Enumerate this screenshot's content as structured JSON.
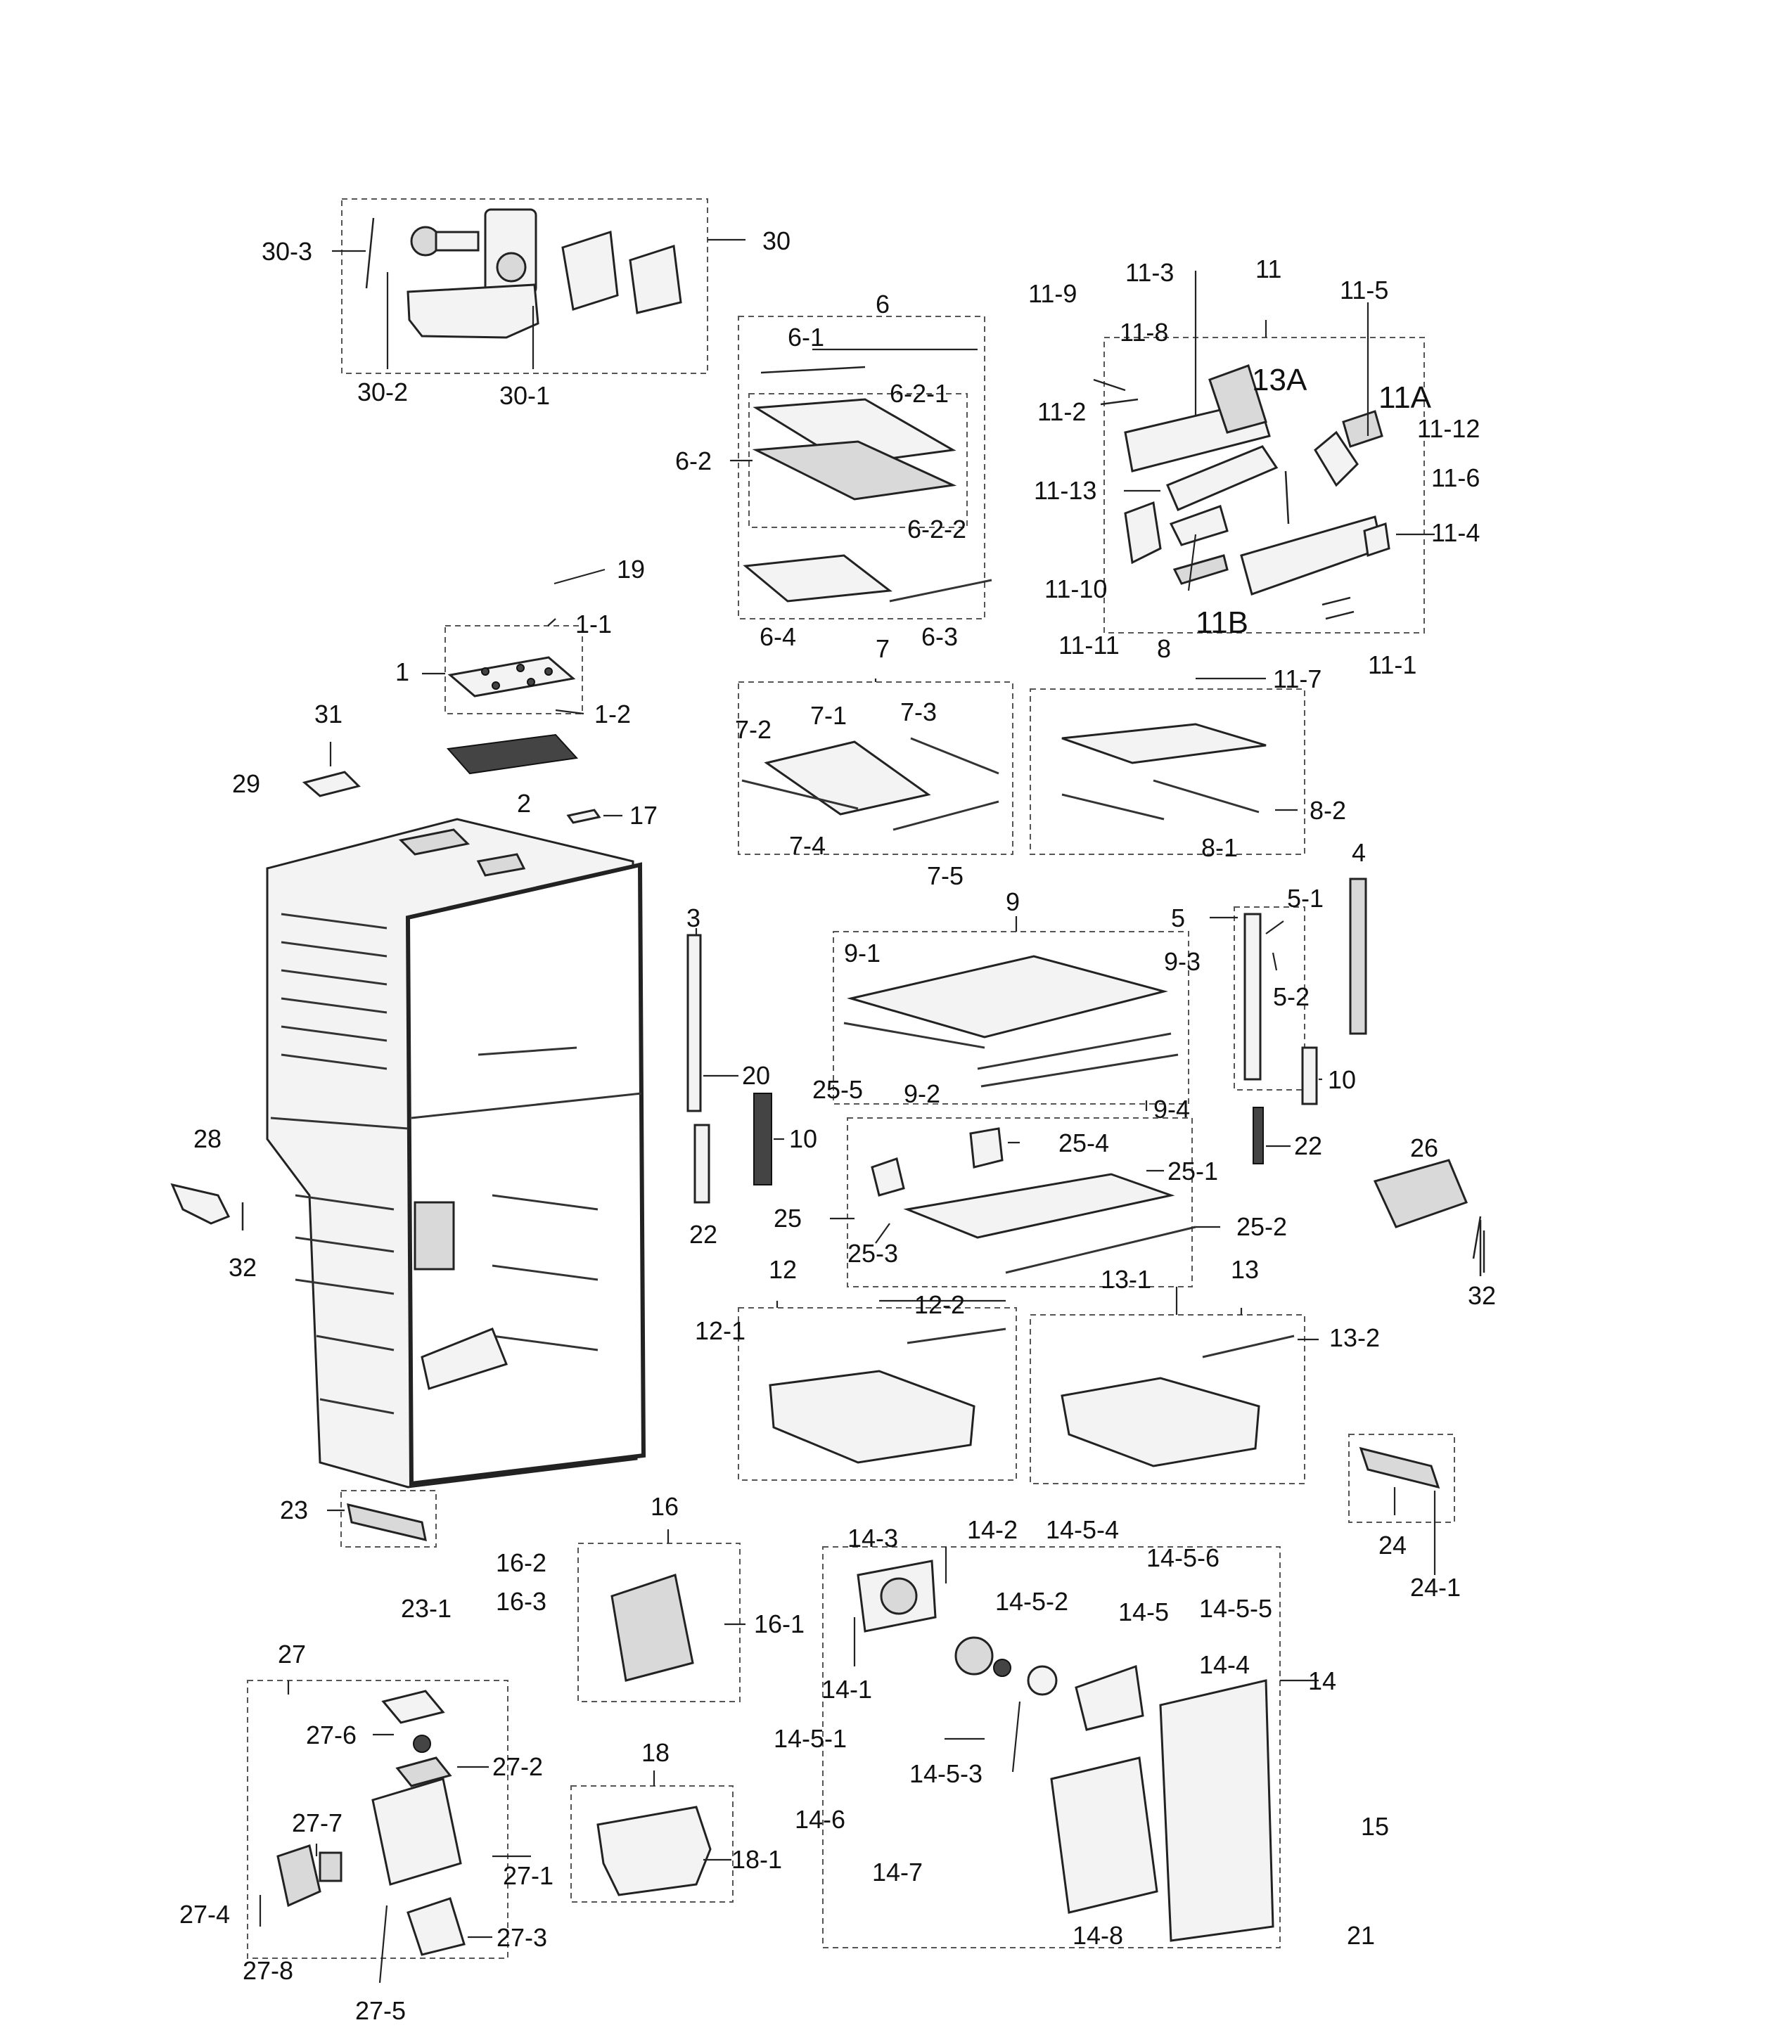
{
  "diagram": {
    "labels": {
      "l30_3": "30-3",
      "l30": "30",
      "l30_2": "30-2",
      "l30_1": "30-1",
      "l6": "6",
      "l6_1": "6-1",
      "l6_2_1": "6-2-1",
      "l6_2": "6-2",
      "l6_2_2": "6-2-2",
      "l6_4": "6-4",
      "l6_3": "6-3",
      "l11_9": "11-9",
      "l11_3": "11-3",
      "l11": "11",
      "l11_5": "11-5",
      "l11_8": "11-8",
      "l13A": "13A",
      "l11A": "11A",
      "l11_2": "11-2",
      "l11_12": "11-12",
      "l11_13": "11-13",
      "l11_6": "11-6",
      "l11_4": "11-4",
      "l11_10": "11-10",
      "l11B": "11B",
      "l11_11": "11-11",
      "l11_1": "11-1",
      "l11_7": "11-7",
      "l19": "19",
      "l1_1": "1-1",
      "l1": "1",
      "l1_2": "1-2",
      "l31": "31",
      "l29": "29",
      "l2": "2",
      "l17": "17",
      "l7": "7",
      "l8": "8",
      "l7_2": "7-2",
      "l7_1": "7-1",
      "l7_3": "7-3",
      "l7_4": "7-4",
      "l7_5": "7-5",
      "l8_2": "8-2",
      "l8_1": "8-1",
      "l9": "9",
      "l5": "5",
      "l5_1": "5-1",
      "l4": "4",
      "l3": "3",
      "l9_1": "9-1",
      "l9_3": "9-3",
      "l5_2": "5-2",
      "l20": "20",
      "l25_5": "25-5",
      "l9_2": "9-2",
      "l9_4": "9-4",
      "l10a": "10",
      "l10b": "10",
      "l22a": "22",
      "l22b": "22",
      "l28": "28",
      "l25_4": "25-4",
      "l26": "26",
      "l25_1": "25-1",
      "l25": "25",
      "l25_2": "25-2",
      "l25_3": "25-3",
      "l32a": "32",
      "l32b": "32",
      "l12": "12",
      "l13": "13",
      "l12_2": "12-2",
      "l13_1": "13-1",
      "l12_1": "12-1",
      "l13_2": "13-2",
      "l24": "24",
      "l24_1": "24-1",
      "l23": "23",
      "l23_1": "23-1",
      "l16": "16",
      "l16_2": "16-2",
      "l16_3": "16-3",
      "l16_1": "16-1",
      "l14_3": "14-3",
      "l14_2": "14-2",
      "l14_5_4": "14-5-4",
      "l14_5_6": "14-5-6",
      "l14_5_2": "14-5-2",
      "l14_5": "14-5",
      "l14_5_5": "14-5-5",
      "l14_1": "14-1",
      "l14_4": "14-4",
      "l14": "14",
      "l14_5_1": "14-5-1",
      "l14_5_3": "14-5-3",
      "l14_6": "14-6",
      "l14_7": "14-7",
      "l14_8": "14-8",
      "l15": "15",
      "l21": "21",
      "l27": "27",
      "l27_6": "27-6",
      "l27_2": "27-2",
      "l27_7": "27-7",
      "l27_1": "27-1",
      "l27_4": "27-4",
      "l27_3": "27-3",
      "l27_8": "27-8",
      "l27_5": "27-5",
      "l18": "18",
      "l18_1": "18-1"
    }
  }
}
